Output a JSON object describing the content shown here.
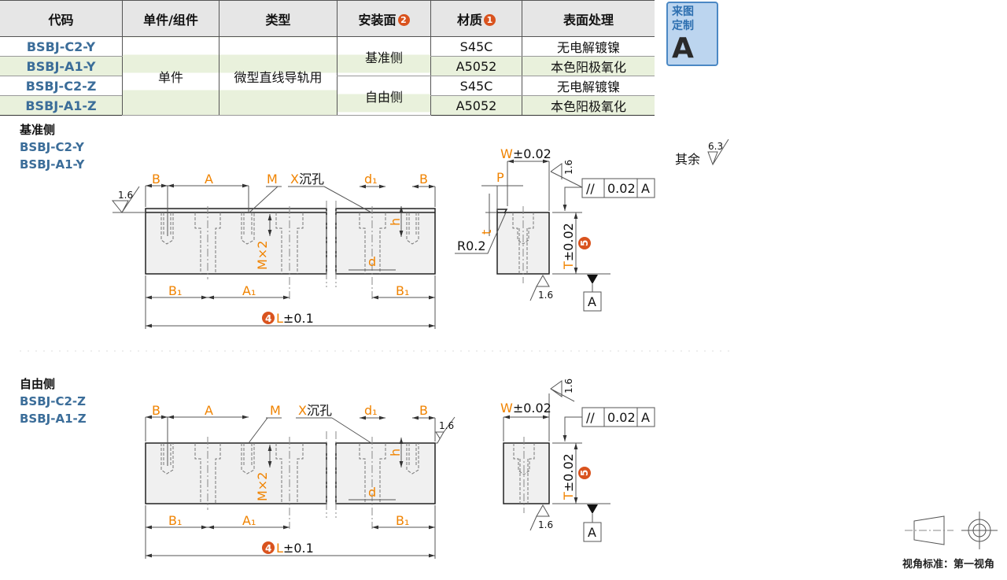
{
  "table": {
    "headers": [
      "代码",
      "单件/组件",
      "类型",
      "安装面",
      "材质",
      "表面处理"
    ],
    "header_badges": {
      "mount": "2",
      "material": "1"
    },
    "rows": [
      {
        "code": "BSBJ-C2-Y",
        "material": "S45C",
        "finish": "无电解镀镍"
      },
      {
        "code": "BSBJ-A1-Y",
        "material": "A5052",
        "finish": "本色阳极氧化"
      },
      {
        "code": "BSBJ-C2-Z",
        "material": "S45C",
        "finish": "无电解镀镍"
      },
      {
        "code": "BSBJ-A1-Z",
        "material": "A5052",
        "finish": "本色阳极氧化"
      }
    ],
    "unit": "单件",
    "type": "微型直线导轨用",
    "mount_ref": "基准侧",
    "mount_free": "自由侧"
  },
  "badge": {
    "text": "来图定制",
    "letter": "A",
    "color": "#4b88c4"
  },
  "section1": {
    "title": "基准侧",
    "codes": [
      "BSBJ-C2-Y",
      "BSBJ-A1-Y"
    ]
  },
  "section2": {
    "title": "自由侧",
    "codes": [
      "BSBJ-C2-Z",
      "BSBJ-A1-Z"
    ]
  },
  "labels": {
    "B": "B",
    "A": "A",
    "M": "M",
    "X": "X",
    "counterbore": "沉孔",
    "d1": "d₁",
    "h": "h",
    "d": "d",
    "B1": "B₁",
    "A1": "A₁",
    "Mx2": "M×2",
    "L": "L",
    "L_tol": "±0.1",
    "W": "W",
    "W_tol": "±0.02",
    "P": "P",
    "t": "t",
    "R": "R0.2",
    "T": "T",
    "T_tol": "±0.02",
    "rough": "1.6",
    "para_sym": "//",
    "para_tol": "0.02",
    "datum": "A",
    "rest": "其余",
    "rest_rough": "6.3",
    "n4": "4",
    "n5": "5"
  },
  "footer": "视角标准：第一视角",
  "colors": {
    "accent": "#f08300",
    "code": "#3b6d99",
    "badge_num": "#d9531e"
  }
}
